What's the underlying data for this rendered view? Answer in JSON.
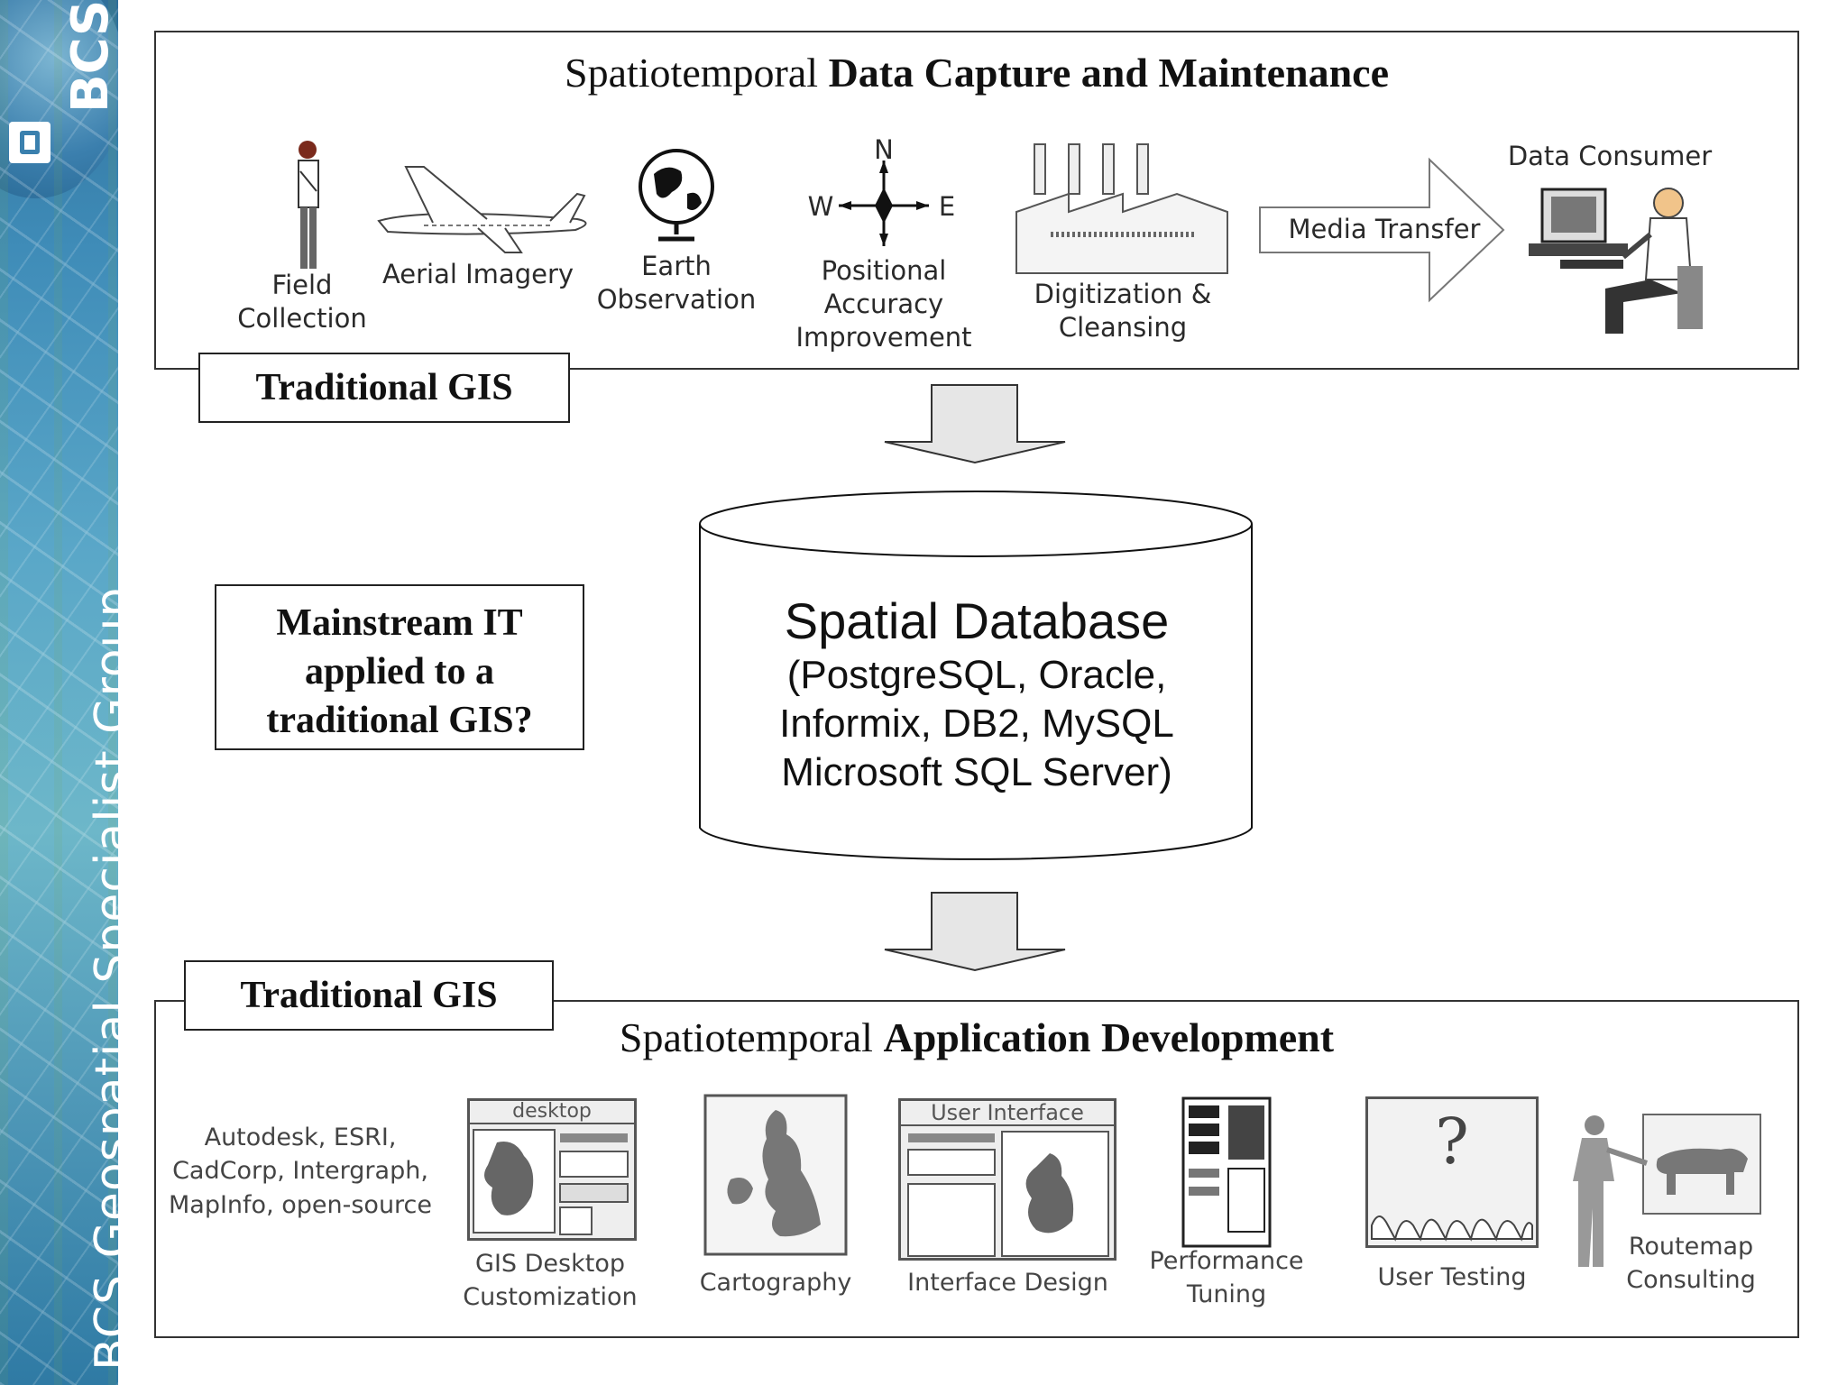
{
  "sidebar": {
    "brand_logo_text": "BCS",
    "brand_text": "BCS Geospatial Specialist Group"
  },
  "top_section": {
    "title_prefix": "Spatiotemporal",
    "title_bold": "Data Capture and Maintenance",
    "label": "Traditional GIS",
    "items": [
      {
        "icon": "surveyor-icon",
        "caption_lines": [
          "Field",
          "Collection"
        ]
      },
      {
        "icon": "airplane-icon",
        "caption_lines": [
          "Aerial Imagery"
        ]
      },
      {
        "icon": "globe-icon",
        "caption_lines": [
          "Earth",
          "Observation"
        ]
      },
      {
        "icon": "compass-icon",
        "caption_lines": [
          "Positional",
          "Accuracy",
          "Improvement"
        ],
        "compass": {
          "n": "N",
          "w": "W",
          "e": "E"
        }
      },
      {
        "icon": "factory-icon",
        "caption_lines": [
          "Digitization &",
          "Cleansing"
        ]
      },
      {
        "icon": "arrow-icon",
        "caption_lines": [
          "Media Transfer"
        ]
      },
      {
        "icon": "computer-user-icon",
        "caption_lines": [
          "Data Consumer"
        ]
      }
    ]
  },
  "database": {
    "title": "Spatial Database",
    "lines": [
      "(PostgreSQL, Oracle,",
      "Informix, DB2, MySQL",
      "Microsoft SQL Server)"
    ]
  },
  "question_box": {
    "lines": [
      "Mainstream IT",
      "applied to a",
      "traditional GIS?"
    ]
  },
  "bottom_section": {
    "title_prefix": "Spatiotemporal",
    "title_bold": "Application Development",
    "label": "Traditional GIS",
    "vendors_lines": [
      "Autodesk, ESRI,",
      "CadCorp, Intergraph,",
      "MapInfo, open-source"
    ],
    "items": [
      {
        "icon": "desktop-window-icon",
        "window_title": "desktop",
        "caption_lines": [
          "GIS Desktop",
          "Customization"
        ]
      },
      {
        "icon": "uk-map-icon",
        "caption_lines": [
          "Cartography"
        ]
      },
      {
        "icon": "ui-window-icon",
        "window_title": "User Interface",
        "caption_lines": [
          "Interface Design"
        ]
      },
      {
        "icon": "server-rack-icon",
        "caption_lines": [
          "Performance",
          "Tuning"
        ]
      },
      {
        "icon": "question-icon",
        "question_mark": "?",
        "caption_lines": [
          "User Testing"
        ]
      },
      {
        "icon": "presenter-cow-icon",
        "caption_lines": [
          "Routemap",
          "Consulting"
        ]
      }
    ]
  },
  "colors": {
    "sidebar": "#3f8cb8",
    "arrow_fill": "#e6e6e6",
    "border": "#333333"
  }
}
